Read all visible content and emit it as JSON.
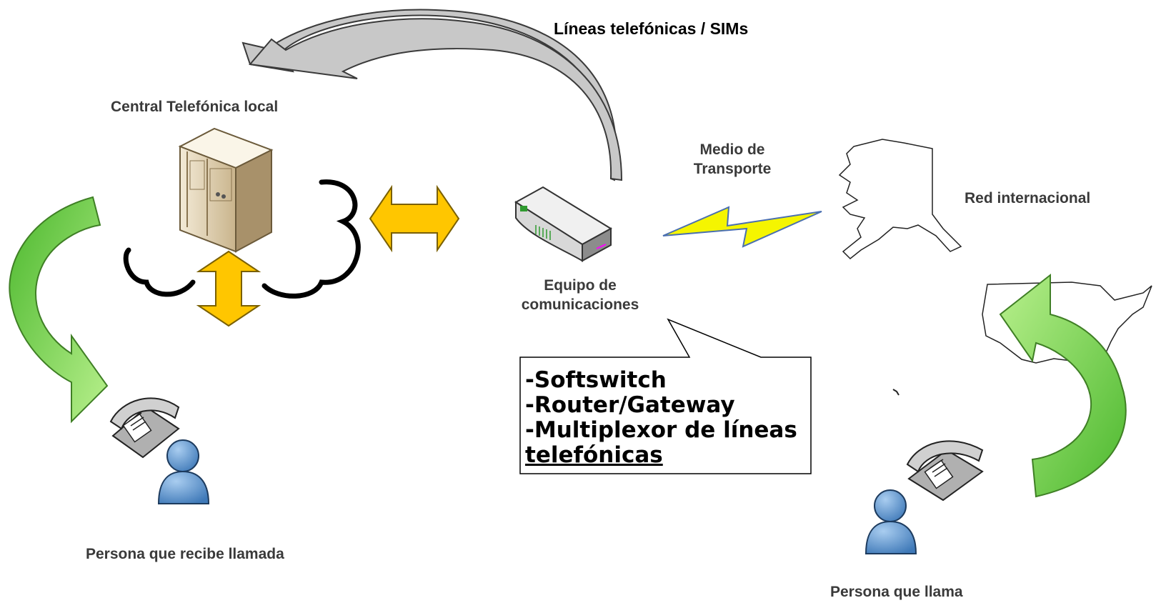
{
  "labels": {
    "lineas": "Líneas telefónicas / SIMs",
    "central": "Central Telefónica local",
    "medio_1": "Medio de",
    "medio_2": "Transporte",
    "red": "Red internacional",
    "equipo_1": "Equipo de",
    "equipo_2": "comunicaciones",
    "recibe": "Persona que recibe llamada",
    "llama": "Persona que llama"
  },
  "callout": {
    "lines": [
      "-Softswitch",
      "-Router/Gateway",
      "-Multiplexor de líneas",
      "telefónicas"
    ]
  },
  "colors": {
    "grey_arrow": "#c8c8c8",
    "yellow_arrow": "#ffc600",
    "green_arrow": "#7ed957",
    "lightning": "#f5f500",
    "person": "#5b8fc7"
  },
  "icons": [
    "server-icon",
    "router-icon",
    "telephone-icon",
    "person-icon",
    "lightning-icon",
    "map-icon",
    "cloud-icon"
  ]
}
